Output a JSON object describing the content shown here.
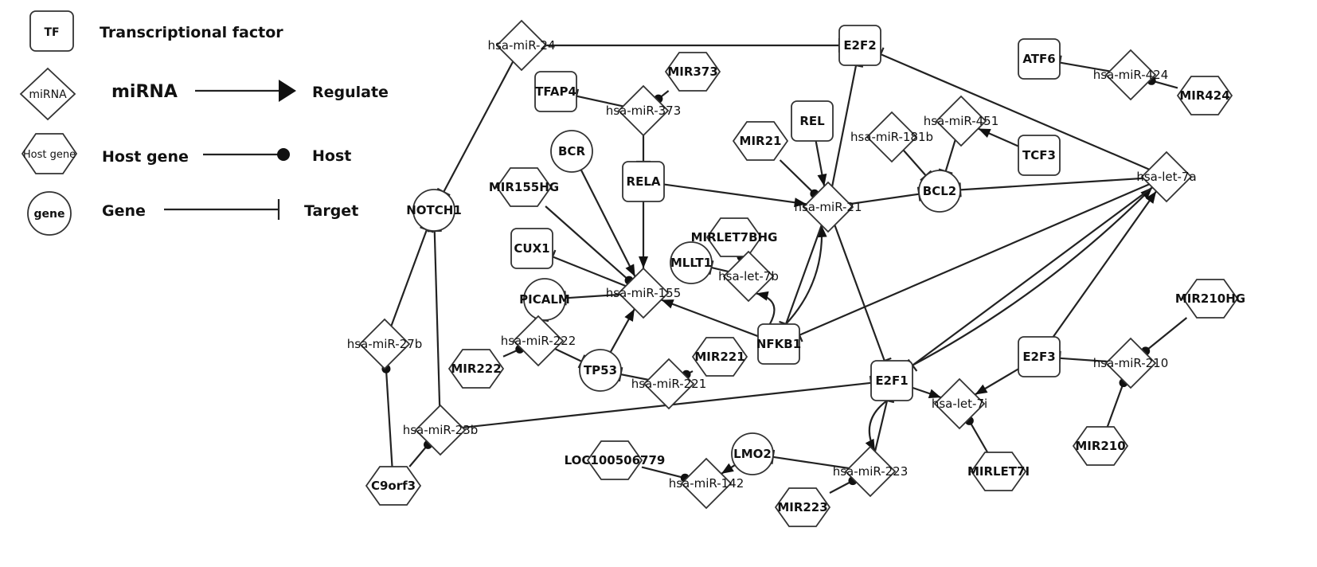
{
  "legend": {
    "node_types": [
      {
        "shape": "tf",
        "symbol": "TF",
        "label": "Transcriptional factor"
      },
      {
        "shape": "mirna",
        "symbol": "miRNA",
        "label": "miRNA"
      },
      {
        "shape": "host",
        "symbol": "Host gene",
        "label": "Host gene"
      },
      {
        "shape": "gene",
        "symbol": "gene",
        "label": "Gene"
      }
    ],
    "edge_types": [
      {
        "type": "regulate",
        "label": "Regulate"
      },
      {
        "type": "host",
        "label": "Host"
      },
      {
        "type": "target",
        "label": "Target"
      }
    ]
  },
  "nodes": [
    {
      "id": "mir24",
      "type": "mirna",
      "label": "hsa-miR-24"
    },
    {
      "id": "e2f2",
      "type": "tf",
      "label": "E2F2"
    },
    {
      "id": "atf6",
      "type": "tf",
      "label": "ATF6"
    },
    {
      "id": "mir424",
      "type": "mirna",
      "label": "hsa-miR-424"
    },
    {
      "id": "MIR424",
      "type": "host",
      "label": "MIR424"
    },
    {
      "id": "MIR373",
      "type": "host",
      "label": "MIR373"
    },
    {
      "id": "tfap4",
      "type": "tf",
      "label": "TFAP4"
    },
    {
      "id": "mir373",
      "type": "mirna",
      "label": "hsa-miR-373"
    },
    {
      "id": "rel",
      "type": "tf",
      "label": "REL"
    },
    {
      "id": "mir451",
      "type": "mirna",
      "label": "hsa-miR-451"
    },
    {
      "id": "mir181b",
      "type": "mirna",
      "label": "hsa-miR-181b"
    },
    {
      "id": "tcf3",
      "type": "tf",
      "label": "TCF3"
    },
    {
      "id": "bcr",
      "type": "gene",
      "label": "BCR"
    },
    {
      "id": "MIR21",
      "type": "host",
      "label": "MIR21"
    },
    {
      "id": "rela",
      "type": "tf",
      "label": "RELA"
    },
    {
      "id": "bcl2",
      "type": "gene",
      "label": "BCL2"
    },
    {
      "id": "let7a",
      "type": "mirna",
      "label": "hsa-let-7a"
    },
    {
      "id": "MIR155HG",
      "type": "host",
      "label": "MIR155HG"
    },
    {
      "id": "notch1",
      "type": "gene",
      "label": "NOTCH1"
    },
    {
      "id": "mir21",
      "type": "mirna",
      "label": "hsa-miR-21"
    },
    {
      "id": "MIRLET7BHG",
      "type": "host",
      "label": "MIRLET7BHG"
    },
    {
      "id": "cux1",
      "type": "tf",
      "label": "CUX1"
    },
    {
      "id": "mllt1",
      "type": "gene",
      "label": "MLLT1"
    },
    {
      "id": "let7b",
      "type": "mirna",
      "label": "hsa-let-7b"
    },
    {
      "id": "picalm",
      "type": "gene",
      "label": "PICALM"
    },
    {
      "id": "mir155",
      "type": "mirna",
      "label": "hsa-miR-155"
    },
    {
      "id": "MIR210HG",
      "type": "host",
      "label": "MIR210HG"
    },
    {
      "id": "mir27b",
      "type": "mirna",
      "label": "hsa-miR-27b"
    },
    {
      "id": "mir222",
      "type": "mirna",
      "label": "hsa-miR-222"
    },
    {
      "id": "nfkb1",
      "type": "tf",
      "label": "NFKB1"
    },
    {
      "id": "e2f3",
      "type": "tf",
      "label": "E2F3"
    },
    {
      "id": "mir210",
      "type": "mirna",
      "label": "hsa-miR-210"
    },
    {
      "id": "MIR222",
      "type": "host",
      "label": "MIR222"
    },
    {
      "id": "tp53",
      "type": "gene",
      "label": "TP53"
    },
    {
      "id": "MIR221",
      "type": "host",
      "label": "MIR221"
    },
    {
      "id": "mir221",
      "type": "mirna",
      "label": "hsa-miR-221"
    },
    {
      "id": "e2f1",
      "type": "tf",
      "label": "E2F1"
    },
    {
      "id": "let7i",
      "type": "mirna",
      "label": "hsa-let-7i"
    },
    {
      "id": "mir23b",
      "type": "mirna",
      "label": "hsa-miR-23b"
    },
    {
      "id": "lmo2",
      "type": "gene",
      "label": "LMO2"
    },
    {
      "id": "LOC100506779",
      "type": "host",
      "label": "LOC100506779"
    },
    {
      "id": "MIR210",
      "type": "host",
      "label": "MIR210"
    },
    {
      "id": "mir223",
      "type": "mirna",
      "label": "hsa-miR-223"
    },
    {
      "id": "MIRLET7I",
      "type": "host",
      "label": "MIRLET7I"
    },
    {
      "id": "C9orf3",
      "type": "host",
      "label": "C9orf3"
    },
    {
      "id": "mir142",
      "type": "mirna",
      "label": "hsa-miR-142"
    },
    {
      "id": "MIR223",
      "type": "host",
      "label": "MIR223"
    }
  ],
  "edges": [
    {
      "from": "mir24",
      "to": "e2f2",
      "type": "target"
    },
    {
      "from": "mir24",
      "to": "notch1",
      "type": "target"
    },
    {
      "from": "mir424",
      "to": "atf6",
      "type": "target"
    },
    {
      "from": "MIR424",
      "to": "mir424",
      "type": "host"
    },
    {
      "from": "MIR373",
      "to": "mir373",
      "type": "host"
    },
    {
      "from": "mir373",
      "to": "tfap4",
      "type": "target"
    },
    {
      "from": "mir373",
      "to": "rela",
      "type": "target"
    },
    {
      "from": "let7a",
      "to": "e2f2",
      "type": "target"
    },
    {
      "from": "mir21",
      "to": "e2f2",
      "type": "target"
    },
    {
      "from": "rel",
      "to": "mir21",
      "type": "regulate"
    },
    {
      "from": "MIR21",
      "to": "mir21",
      "type": "host"
    },
    {
      "from": "rela",
      "to": "mir21",
      "type": "regulate"
    },
    {
      "from": "mir21",
      "to": "bcl2",
      "type": "target"
    },
    {
      "from": "mir181b",
      "to": "bcl2",
      "type": "target"
    },
    {
      "from": "mir451",
      "to": "bcl2",
      "type": "target"
    },
    {
      "from": "tcf3",
      "to": "mir451",
      "type": "regulate"
    },
    {
      "from": "let7a",
      "to": "bcl2",
      "type": "target"
    },
    {
      "from": "rela",
      "to": "mir155",
      "type": "regulate"
    },
    {
      "from": "bcr",
      "to": "mir155",
      "type": "regulate"
    },
    {
      "from": "MIR155HG",
      "to": "mir155",
      "type": "host"
    },
    {
      "from": "mir155",
      "to": "cux1",
      "type": "target"
    },
    {
      "from": "mir155",
      "to": "picalm",
      "type": "target"
    },
    {
      "from": "MIRLET7BHG",
      "to": "let7b",
      "type": "host"
    },
    {
      "from": "let7b",
      "to": "mllt1",
      "type": "target"
    },
    {
      "from": "nfkb1",
      "to": "let7b",
      "type": "regulate"
    },
    {
      "from": "nfkb1",
      "to": "mir21",
      "type": "regulate"
    },
    {
      "from": "mir21",
      "to": "nfkb1",
      "type": "target"
    },
    {
      "from": "nfkb1",
      "to": "mir155",
      "type": "regulate"
    },
    {
      "from": "let7a",
      "to": "nfkb1",
      "type": "target"
    },
    {
      "from": "mir21",
      "to": "e2f1",
      "type": "target"
    },
    {
      "from": "e2f1",
      "to": "let7a",
      "type": "regulate"
    },
    {
      "from": "let7a",
      "to": "e2f1",
      "type": "target"
    },
    {
      "from": "e2f3",
      "to": "let7a",
      "type": "regulate"
    },
    {
      "from": "e2f3",
      "to": "let7i",
      "type": "regulate"
    },
    {
      "from": "e2f1",
      "to": "let7i",
      "type": "regulate"
    },
    {
      "from": "MIRLET7I",
      "to": "let7i",
      "type": "host"
    },
    {
      "from": "mir210",
      "to": "e2f3",
      "type": "target"
    },
    {
      "from": "MIR210HG",
      "to": "mir210",
      "type": "host"
    },
    {
      "from": "MIR210",
      "to": "mir210",
      "type": "host"
    },
    {
      "from": "MIR222",
      "to": "mir222",
      "type": "host"
    },
    {
      "from": "mir222",
      "to": "picalm",
      "type": "target"
    },
    {
      "from": "mir222",
      "to": "tp53",
      "type": "target"
    },
    {
      "from": "tp53",
      "to": "mir155",
      "type": "regulate"
    },
    {
      "from": "MIR221",
      "to": "mir221",
      "type": "host"
    },
    {
      "from": "mir221",
      "to": "tp53",
      "type": "target"
    },
    {
      "from": "mir27b",
      "to": "notch1",
      "type": "target"
    },
    {
      "from": "C9orf3",
      "to": "mir27b",
      "type": "host"
    },
    {
      "from": "C9orf3",
      "to": "mir23b",
      "type": "host"
    },
    {
      "from": "mir23b",
      "to": "notch1",
      "type": "target"
    },
    {
      "from": "mir23b",
      "to": "e2f1",
      "type": "target"
    },
    {
      "from": "mir223",
      "to": "e2f1",
      "type": "target"
    },
    {
      "from": "e2f1",
      "to": "mir223",
      "type": "regulate"
    },
    {
      "from": "MIR223",
      "to": "mir223",
      "type": "host"
    },
    {
      "from": "mir223",
      "to": "lmo2",
      "type": "target"
    },
    {
      "from": "lmo2",
      "to": "mir142",
      "type": "regulate"
    },
    {
      "from": "LOC100506779",
      "to": "mir142",
      "type": "host"
    }
  ]
}
